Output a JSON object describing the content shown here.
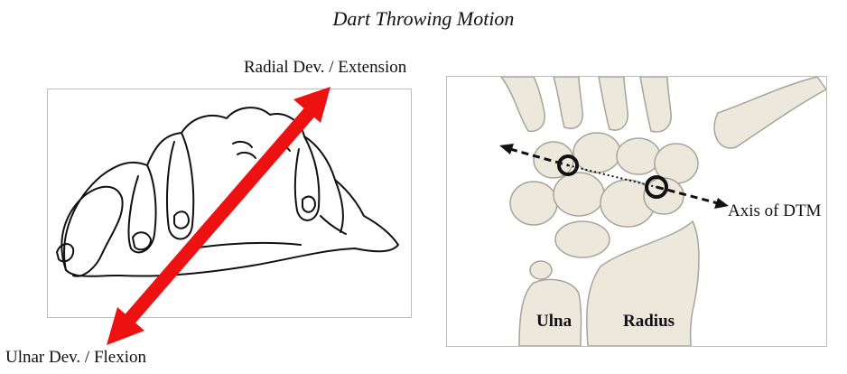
{
  "title": "Dart Throwing Motion",
  "labels": {
    "radial": "Radial Dev. / Extension",
    "ulnar": "Ulnar Dev. / Flexion",
    "axis": "Axis of DTM",
    "ulna": "Ulna",
    "radius": "Radius"
  },
  "colors": {
    "arrow": "#ee1111",
    "axis_line": "#111111",
    "bone_fill": "#ece8dc",
    "bone_stroke": "#a9a398"
  },
  "icons": {
    "motion_arrow": "double-headed-arrow-icon",
    "hand": "hand-drawing-icon",
    "axis_marker": "circle-marker-icon"
  }
}
